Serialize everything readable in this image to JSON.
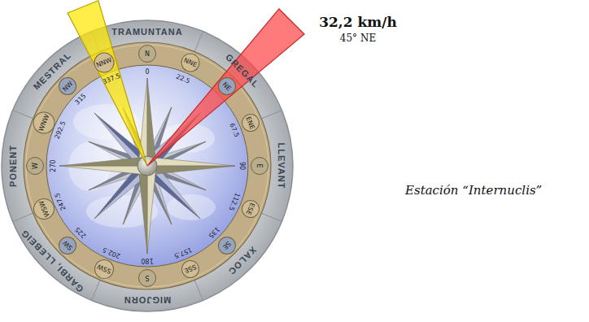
{
  "diagram": {
    "nodes": [
      {
        "text": [
          "N"
        ]
      },
      {
        "text": [
          "NNE"
        ]
      },
      {
        "text": [
          "NE"
        ]
      },
      {
        "text": [
          "ENE"
        ]
      },
      {
        "text": [
          "E"
        ]
      },
      {
        "text": [
          "ESE"
        ]
      },
      {
        "text": [
          "SE"
        ]
      },
      {
        "text": [
          "SSE"
        ]
      },
      {
        "text": [
          "S"
        ]
      },
      {
        "text": [
          "SSW"
        ]
      },
      {
        "text": [
          "SW"
        ]
      },
      {
        "text": [
          "WSW"
        ]
      },
      {
        "text": [
          "W"
        ]
      },
      {
        "text": [
          "WNW"
        ]
      },
      {
        "text": [
          "NW"
        ]
      },
      {
        "text": [
          "NNW"
        ]
      }
    ],
    "labels": [
      "TRAMUNTANA",
      "GREGAL",
      "LLEVANT",
      "XALOC",
      "MIGJORN",
      "GARBI, LLEBEIG",
      "PONENT",
      "MESTRAL",
      "0",
      "22.5",
      "67.5",
      "90",
      "112.5",
      "135",
      "157.5",
      "180",
      "202.5",
      "225",
      "247.5",
      "270",
      "292.5",
      "315",
      "337.5",
      "32,2 km/h",
      "45° NE",
      "Estación “Internuclis”"
    ]
  }
}
